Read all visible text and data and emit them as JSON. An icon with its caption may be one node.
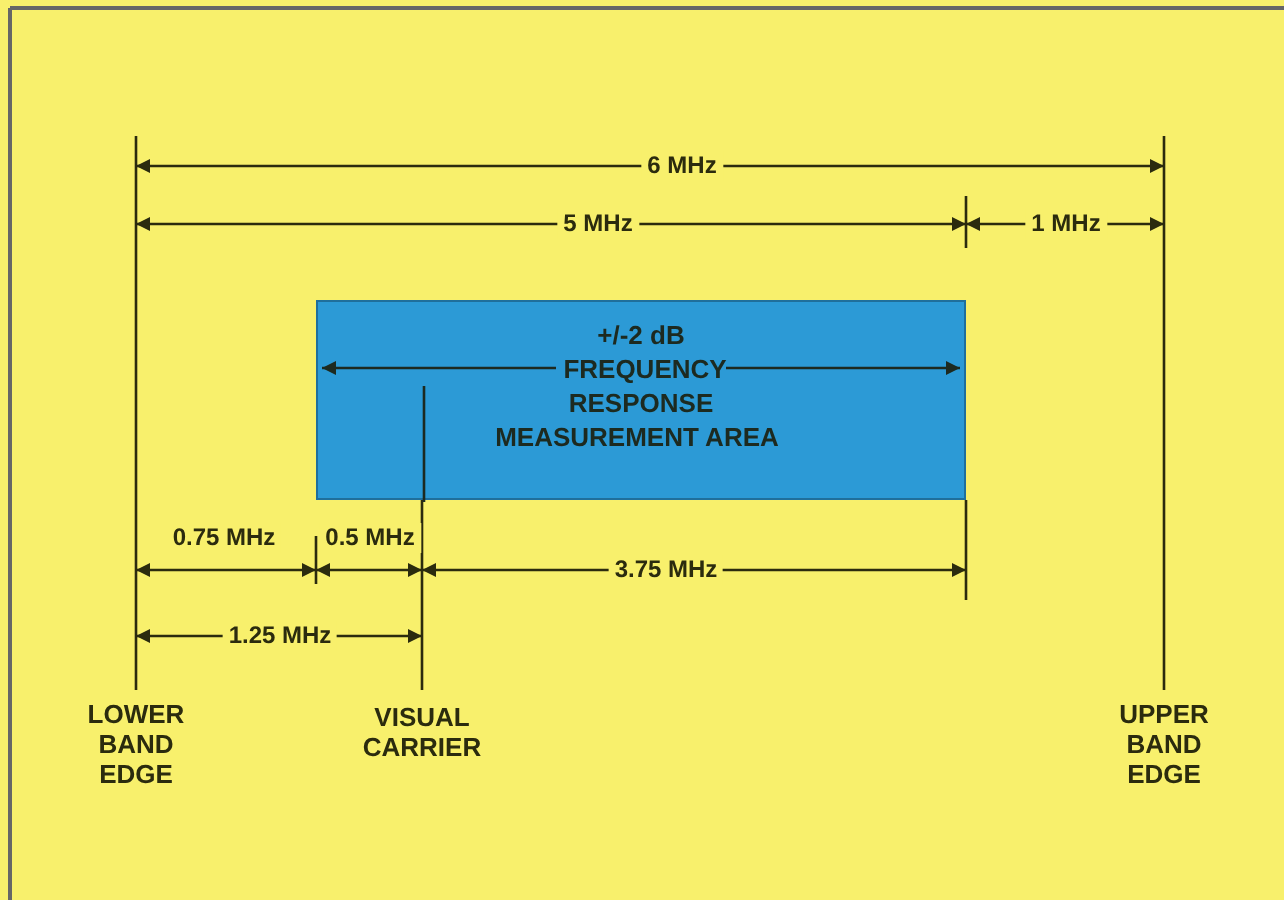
{
  "diagram": {
    "nodes": [
      {
        "text": [
          "+/-2 dB",
          "FREQUENCY RESPONSE MEASUREMENT AREA"
        ]
      }
    ],
    "labels": [
      "6 MHz",
      "5 MHz",
      "1 MHz",
      "0.75 MHz",
      "0.5 MHz",
      "3.75 MHz",
      "1.25 MHz",
      "LOWER BAND EDGE",
      "VISUAL CARRIER",
      "UPPER BAND EDGE"
    ]
  }
}
